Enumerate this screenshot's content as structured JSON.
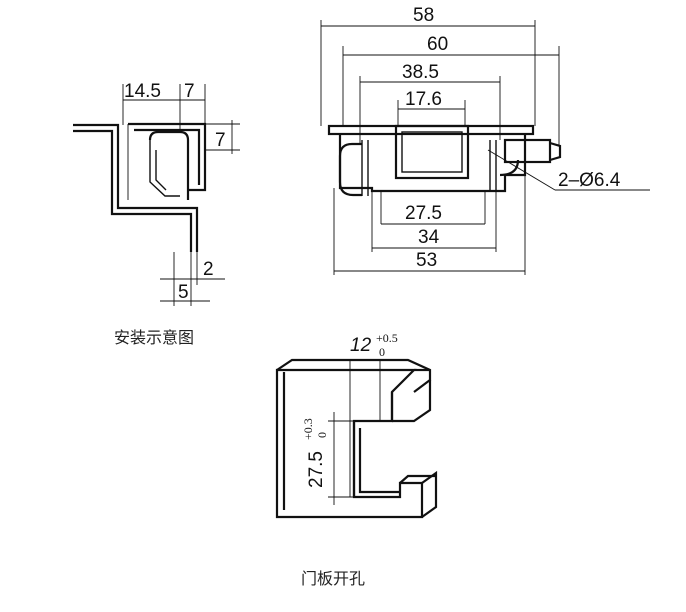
{
  "side_view": {
    "dims": {
      "d1": "14.5",
      "d2": "7",
      "d3": "7",
      "d4": "2",
      "d5": "5"
    },
    "caption": "安装示意图"
  },
  "front_view": {
    "dims": {
      "top1": "58",
      "top2": "60",
      "top3": "38.5",
      "top4": "17.6",
      "bot1": "27.5",
      "bot2": "34",
      "bot3": "53",
      "hole": "2–Ø6.4"
    }
  },
  "cutout": {
    "width": "12",
    "width_tol_upper": "+0.5",
    "width_tol_lower": "0",
    "height": "27.5",
    "height_tol_upper": "+0.3",
    "height_tol_lower": "0",
    "caption": "门板开孔"
  }
}
